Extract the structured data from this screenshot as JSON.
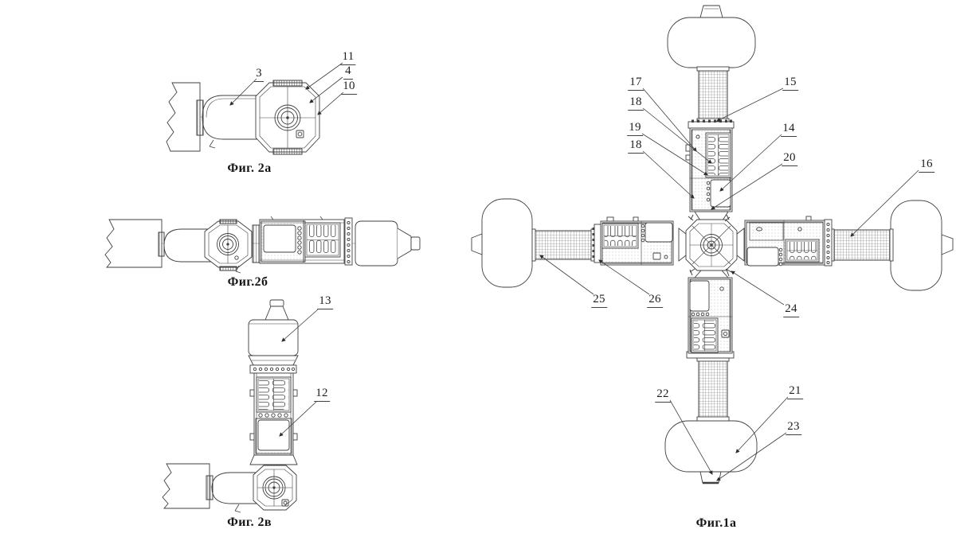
{
  "sheet": {
    "background": "#ffffff",
    "ink": "#3f3f3f",
    "description_labels_present": true
  },
  "captions": {
    "fig2a": "Фиг. 2а",
    "fig2b": "Фиг.2б",
    "fig2v": "Фиг. 2в",
    "fig1a": "Фиг.1а"
  },
  "callouts": {
    "fig2a": {
      "n3": "3",
      "n11": "11",
      "n4": "4",
      "n10": "10"
    },
    "fig2v": {
      "n13": "13",
      "n12": "12"
    },
    "fig1a": {
      "n17": "17",
      "n18a": "18",
      "n19": "19",
      "n18b": "18",
      "n15": "15",
      "n14": "14",
      "n20": "20",
      "n16": "16",
      "n25": "25",
      "n26": "26",
      "n24": "24",
      "n22": "22",
      "n21": "21",
      "n23": "23"
    }
  }
}
